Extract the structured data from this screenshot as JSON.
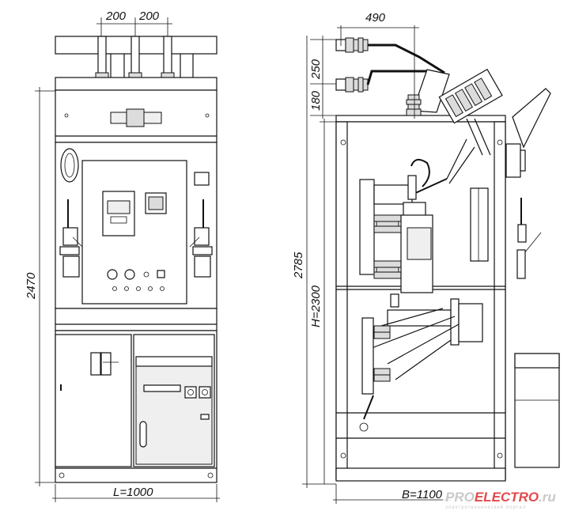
{
  "drawing": {
    "front_view": {
      "dim_bus_spacing_1": "200",
      "dim_bus_spacing_2": "200",
      "dim_overall_height": "2470",
      "dim_width": "L=1000"
    },
    "side_view": {
      "dim_bushing_offset": "490",
      "dim_upper_vertical": "250",
      "dim_lower_vertical": "180",
      "dim_total_height": "2785",
      "dim_cabinet_height": "H=2300",
      "dim_depth": "B=1100"
    }
  },
  "watermark": {
    "brand_part_1": "PRO",
    "brand_part_2": "ELECTRO",
    "brand_suffix": ".ru",
    "tagline": "электротехнический портал"
  }
}
